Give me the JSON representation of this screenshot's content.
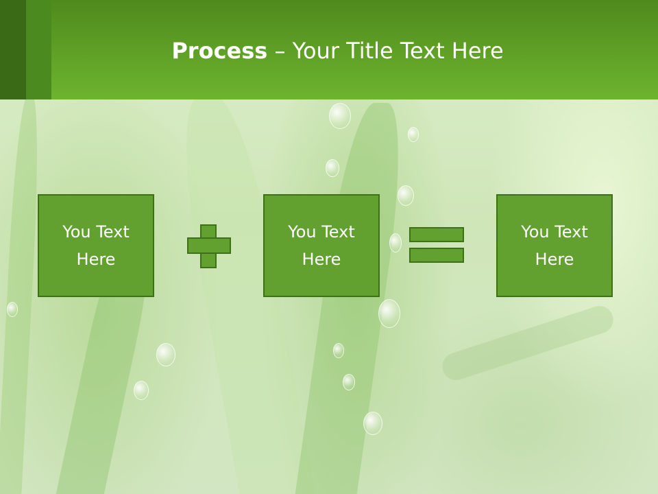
{
  "slide": {
    "title_bold": "Process",
    "title_rest": " – Your Title Text Here",
    "boxes": [
      {
        "line1": "You Text",
        "line2": "Here"
      },
      {
        "line1": "You Text",
        "line2": "Here"
      },
      {
        "line1": "You Text",
        "line2": "Here"
      }
    ],
    "operators": [
      "plus-icon",
      "equals-icon"
    ]
  },
  "colors": {
    "header_green": "#6db42e",
    "header_dark_stripe": "#3a6a16",
    "box_fill": "#62a12f",
    "box_border": "#3e7018",
    "text": "#ffffff"
  }
}
